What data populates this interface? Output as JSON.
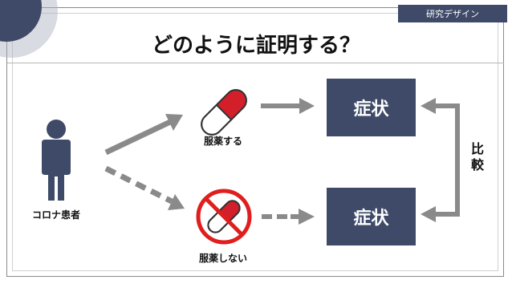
{
  "tag": "研究デザイン",
  "title": "どのように証明する？",
  "person": {
    "label": "コロナ患者",
    "icon": "person-icon"
  },
  "pill_taken": {
    "label": "服薬する",
    "icon": "pill-capsule-icon"
  },
  "pill_not_taken": {
    "label": "服薬しない",
    "icon": "no-pill-icon"
  },
  "symptom_top": "症状",
  "symptom_bottom": "症状",
  "compare": [
    "比",
    "較"
  ],
  "colors": {
    "navy": "#3e4a67",
    "arrow_gray": "#8a8a8a",
    "pill_red": "#d31f2a",
    "prohibit_red": "#e01e1e"
  }
}
